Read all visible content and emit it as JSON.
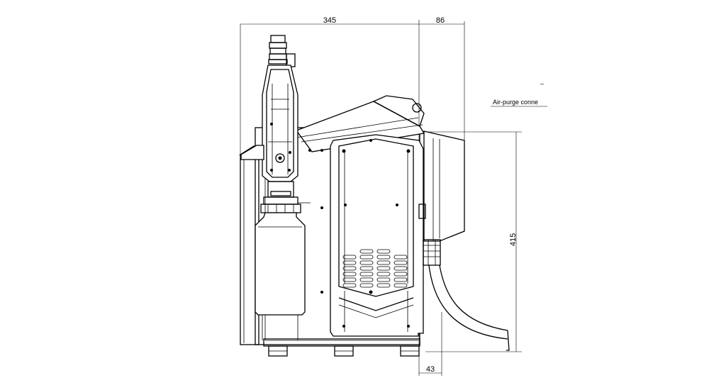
{
  "dimensions": {
    "width_main": "345",
    "width_side": "86",
    "height": "415",
    "bottom_offset": "43"
  },
  "annotation": {
    "airpurge": "Air-purge conne",
    "dash": "–"
  }
}
